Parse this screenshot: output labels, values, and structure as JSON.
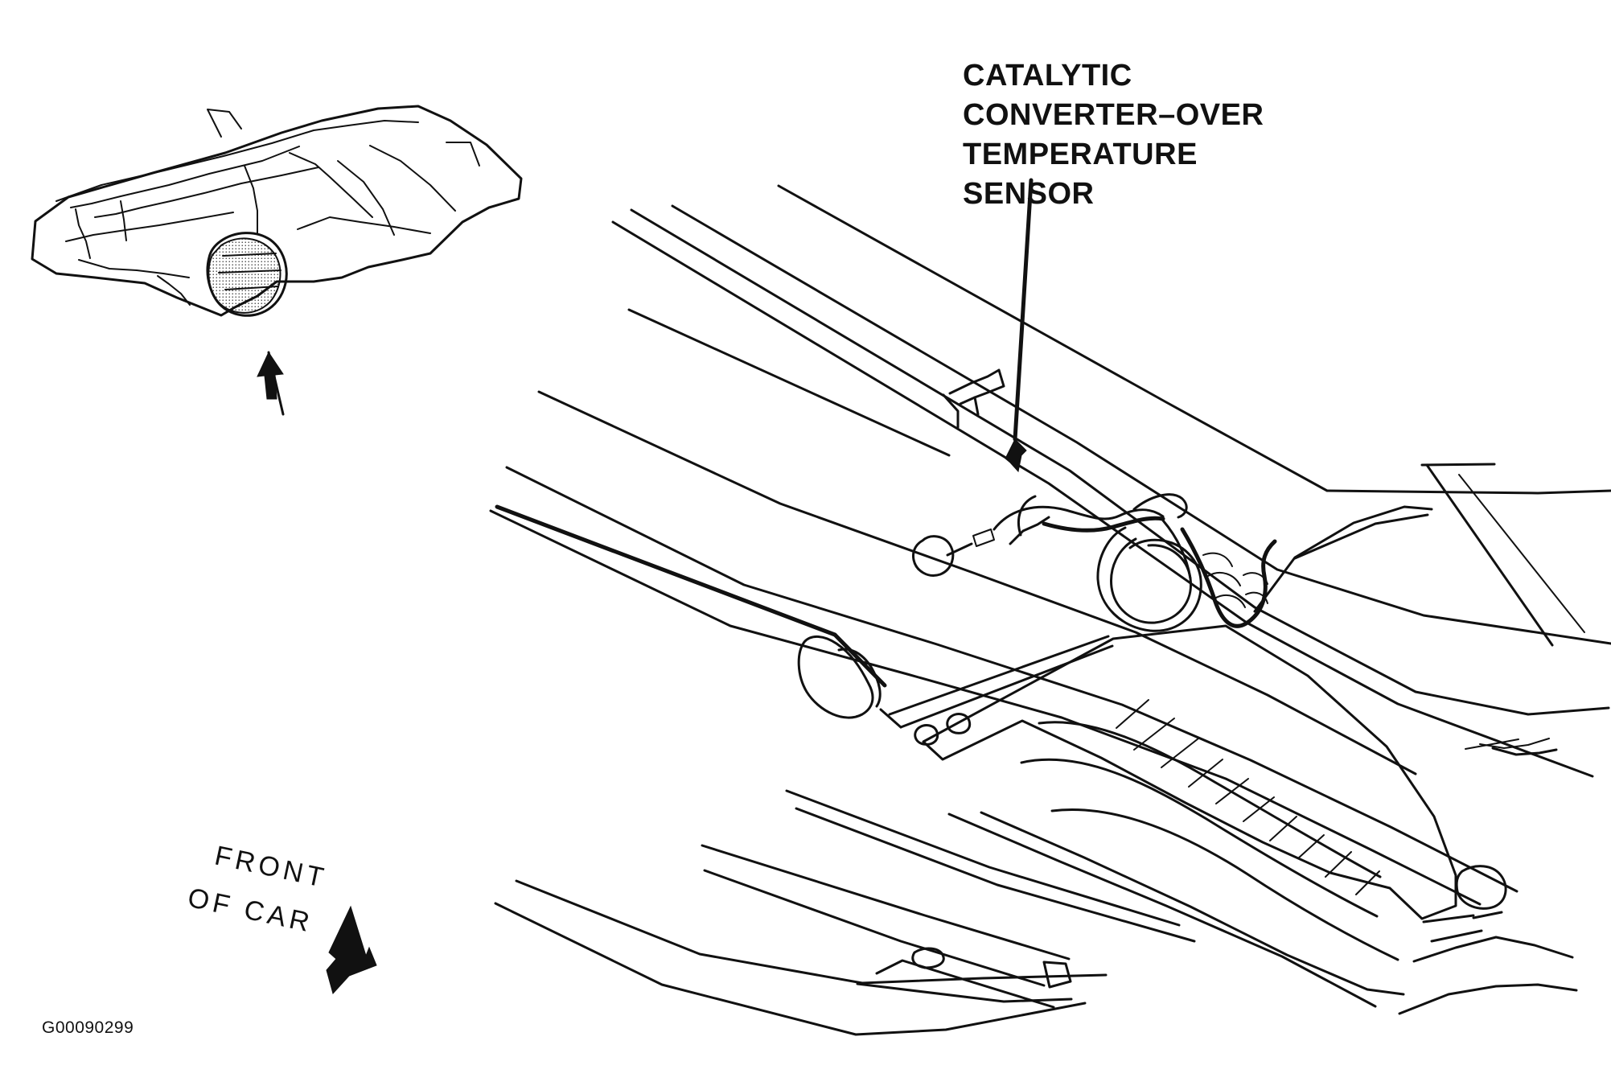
{
  "diagram": {
    "callout": {
      "lines": [
        "CATALYTIC",
        "CONVERTER–OVER",
        "TEMPERATURE",
        "SENSOR"
      ]
    },
    "direction_label": {
      "line1": "FRONT",
      "line2": "OF CAR"
    },
    "figure_id": "G00090299"
  },
  "icons": {
    "vehicle_locator": "vehicle-underbody-locator-icon",
    "direction_arrow": "front-of-car-arrow-icon"
  },
  "colors": {
    "line": "#111111",
    "background": "#ffffff"
  }
}
